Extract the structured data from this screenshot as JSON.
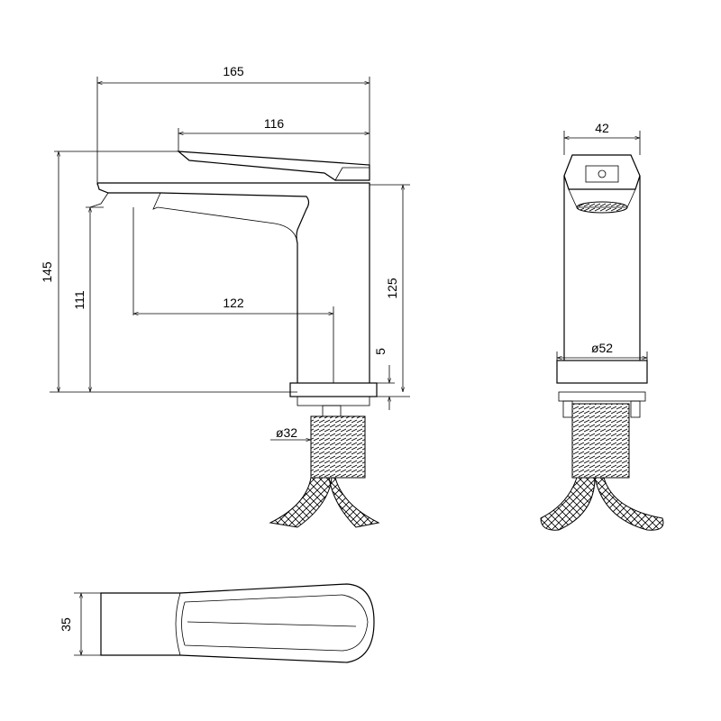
{
  "drawing": {
    "side_view": {
      "overall_length": "165",
      "lever_length": "116",
      "overall_height": "145",
      "spout_height": "111",
      "spout_reach": "122",
      "body_height": "125",
      "base_thickness": "5",
      "shank_diameter": "ø32"
    },
    "front_view": {
      "body_width": "42",
      "base_diameter": "ø52"
    },
    "top_view": {
      "spout_width": "35"
    }
  },
  "colors": {
    "line": "#000000",
    "background": "#ffffff"
  }
}
